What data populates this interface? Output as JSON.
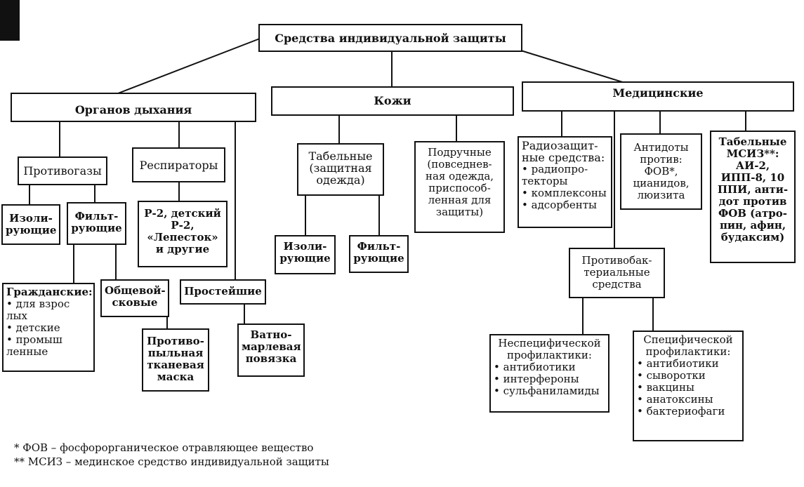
{
  "root": "Средства индивидуальной защиты",
  "categories": {
    "breathing": "Органов дыхания",
    "skin": "Кожи",
    "medical": "Медицинские"
  },
  "breathing": {
    "gasmasks": "Противогазы",
    "respirators": "Респираторы",
    "isolating": "Изоли-рующие",
    "filtering": "Фильт-рующие",
    "civil_title": "Гражданские:",
    "civil_items": [
      "для взрос лых",
      "детские",
      "промыш ленные"
    ],
    "military": "Общевой-сковые",
    "respirator_models": "Р-2, детский Р-2, «Лепесток» и другие",
    "simplest": "Простейшие",
    "dust_mask": "Противо-пыльная тканевая маска",
    "gauze_bandage": "Ватно-марлевая повязка"
  },
  "skin": {
    "standard": "Табельные (защитная одежда)",
    "improvised": "Подручные (повседнев-ная одежда, приспособ-ленная для защиты)",
    "isolating": "Изоли-рующие",
    "filtering": "Фильт-рующие"
  },
  "medical": {
    "radioprotect_title": "Радиозащит-ные средства:",
    "radioprotect_items": [
      "радиопро-текторы",
      "комплексоны",
      "адсорбенты"
    ],
    "antidotes": "Антидоты против: ФОВ*, цианидов, люизита",
    "msiz": "Табельные МСИЗ**: АИ-2, ИПП-8, 10 ППИ, анти-дот против ФОВ (атро-пин, афин, будаксим)",
    "antibacterial": "Противобак-териальные средства",
    "nonspecific_title": "Неспецифической профилактики:",
    "nonspecific_items": [
      "антибиотики",
      "интерфероны",
      "сульфаниламиды"
    ],
    "specific_title": "Специфической профилактики:",
    "specific_items": [
      "антибиотики",
      "сыворотки",
      "вакцины",
      "анатоксины",
      "бактериофаги"
    ]
  },
  "footnotes": {
    "fov": "* ФОВ – фосфорорганическое отравляющее вещество",
    "msiz": "** МСИЗ – мединское средство индивидуальной защиты"
  }
}
